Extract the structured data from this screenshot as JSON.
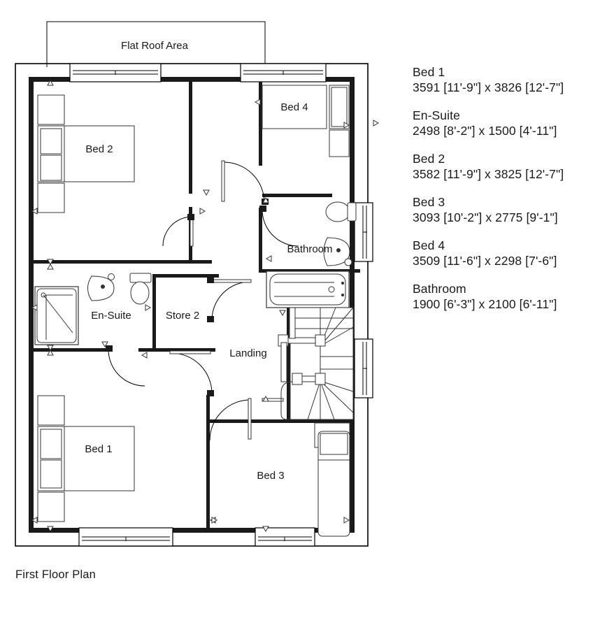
{
  "drawing": {
    "title": "First Floor Plan",
    "annotation_flat_roof": "Flat Roof Area"
  },
  "room_labels": {
    "bed1": "Bed 1",
    "bed2": "Bed 2",
    "bed3": "Bed 3",
    "bed4": "Bed 4",
    "ensuite": "En-Suite",
    "bathroom": "Bathroom",
    "store2": "Store 2",
    "landing": "Landing"
  },
  "schedule": [
    {
      "name": "Bed 1",
      "dims": "3591 [11'-9\"] x 3826 [12'-7\"]"
    },
    {
      "name": "En-Suite",
      "dims": "2498 [8'-2\"] x 1500 [4'-11\"]"
    },
    {
      "name": "Bed 2",
      "dims": "3582 [11'-9\"] x 3825 [12'-7\"]"
    },
    {
      "name": "Bed 3",
      "dims": "3093 [10'-2\"] x 2775 [9'-1\"]"
    },
    {
      "name": "Bed 4",
      "dims": "3509 [11'-6\"] x 2298 [7'-6\"]"
    },
    {
      "name": "Bathroom",
      "dims": "1900 [6'-3\"] x 2100 [6'-11\"]"
    }
  ],
  "colors": {
    "line": "#000000",
    "wall_fill": "#1a1a1a",
    "furniture_line": "#333333",
    "text": "#1a1a1a",
    "background": "#ffffff"
  }
}
